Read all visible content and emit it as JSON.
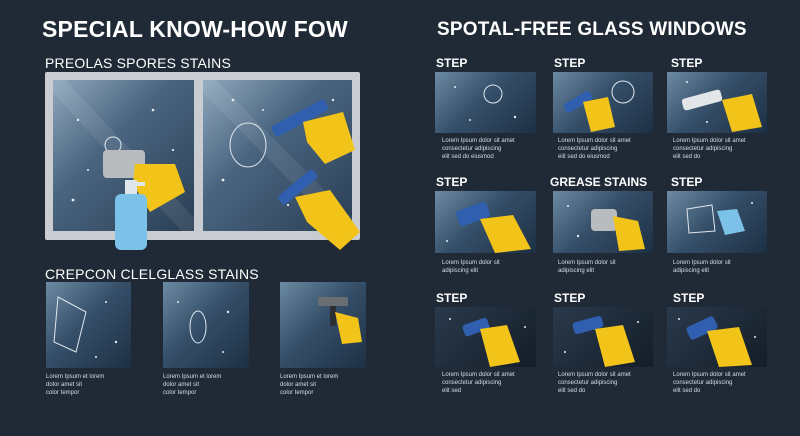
{
  "left": {
    "title": "SPECIAL KNOW-HOW FOW",
    "section1": "PREOLAS SPORES STAINS",
    "section2": "CREPCON CLELGLASS STAINS",
    "captions": [
      "Lorem Ipsum et lorem\ndolor amet sit\ncolor tempor",
      "Lorem Ipsum et lorem\ndolor amet sit\ncolor tempor",
      "Lorem Ipsum et lorem\ndolor amet sit\ncolor tempor"
    ]
  },
  "right": {
    "title": "SPOTAL-FREE GLASS WINDOWS",
    "rows": [
      {
        "labels": [
          "STEP",
          "STEP",
          "STEP"
        ],
        "captions": [
          "Lorem Ipsum dolor sit amet\nconsectetur adipiscing\nelit sed do eiusmod",
          "Lorem Ipsum dolor sit amet\nconsectetur adipiscing\nelit sed do eiusmod",
          "Lorem Ipsum dolor sit amet\nconsectetur adipiscing\nelit sed do"
        ]
      },
      {
        "labels": [
          "STEP",
          "GREASE STAINS",
          "STEP"
        ],
        "captions": [
          "Lorem Ipsum dolor sit\nadipiscing elit",
          "Lorem Ipsum dolor sit\nadipiscing elit",
          "Lorem Ipsum dolor sit\nadipiscing elit"
        ]
      },
      {
        "labels": [
          "STEP",
          "STEP",
          "STEP"
        ],
        "captions": [
          "Lorem Ipsum dolor sit amet\nconsectetur adipiscing\nelit sed",
          "Lorem Ipsum dolor sit amet\nconsectetur adipiscing\nelit sed do",
          "Lorem Ipsum dolor sit amet\nconsectetur adipiscing\nelit sed do"
        ]
      }
    ]
  },
  "colors": {
    "background": "#1f2a36",
    "glove": "#f2c318",
    "squeegee": "#2f5fae",
    "spray": "#7cc2e8"
  }
}
